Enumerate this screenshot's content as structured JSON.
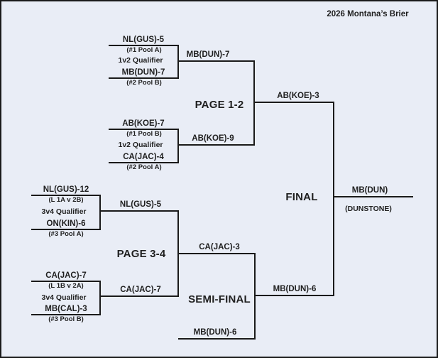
{
  "title": "2026 Montana’s Brier",
  "colors": {
    "background": "#e9edf6",
    "line": "#1a1a1a",
    "text": "#1f1f1f"
  },
  "rounds": {
    "qualifier_a": {
      "top_team": "NL(GUS)-5",
      "top_seed": "(#1 Pool A)",
      "type": "1v2 Qualifier",
      "bottom_team": "MB(DUN)-7",
      "bottom_seed": "(#2 Pool B)",
      "winner": "MB(DUN)-7"
    },
    "qualifier_b": {
      "top_team": "AB(KOE)-7",
      "top_seed": "(#1 Pool B)",
      "type": "1v2 Qualifier",
      "bottom_team": "CA(JAC)-4",
      "bottom_seed": "(#2 Pool A)",
      "winner": "AB(KOE)-9"
    },
    "page_1_2": {
      "label": "PAGE 1-2",
      "winner": "AB(KOE)-3"
    },
    "qualifier_c": {
      "top_team": "NL(GUS)-12",
      "top_seed": "(L 1A v 2B)",
      "type": "3v4 Qualifier",
      "bottom_team": "ON(KIN)-6",
      "bottom_seed": "(#3 Pool A)",
      "winner": "NL(GUS)-5"
    },
    "qualifier_d": {
      "top_team": "CA(JAC)-7",
      "top_seed": "(L 1B v 2A)",
      "type": "3v4 Qualifier",
      "bottom_team": "MB(CAL)-3",
      "bottom_seed": "(#3 Pool B)",
      "winner": "CA(JAC)-7"
    },
    "page_3_4": {
      "label": "PAGE 3-4",
      "winner": "CA(JAC)-3"
    },
    "semi_final": {
      "label": "SEMI-FINAL",
      "bottom_entry": "MB(DUN)-6",
      "winner": "MB(DUN)-6"
    },
    "final": {
      "label": "FINAL",
      "champion": "MB(DUN)",
      "champion_sub": "(DUNSTONE)"
    }
  }
}
